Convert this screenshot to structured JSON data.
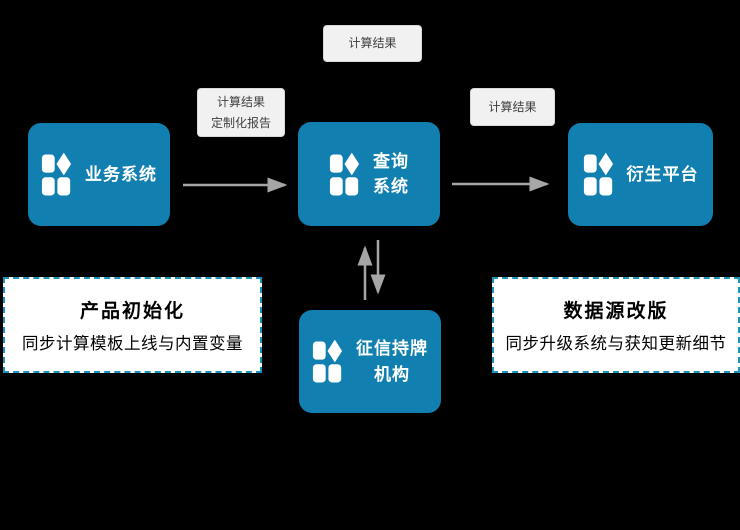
{
  "diagram": {
    "nodes": {
      "business": {
        "label": "业务系统"
      },
      "query": {
        "line1": "查询",
        "line2": "系统"
      },
      "derive": {
        "label": "衍生平台"
      },
      "credit": {
        "line1": "征信持牌",
        "line2": "机构"
      }
    },
    "edge_labels": {
      "top": "计算结果",
      "business_to_query_line1": "计算结果",
      "business_to_query_line2": "定制化报告",
      "query_to_derive": "计算结果"
    },
    "notes": {
      "left": {
        "title": "产品初始化",
        "subtitle": "同步计算模板上线与内置变量"
      },
      "right": {
        "title": "数据源改版",
        "subtitle": "同步升级系统与获知更新细节"
      }
    },
    "colors": {
      "background": "#000000",
      "node_fill": "#117FAF",
      "node_text": "#FFFFFF",
      "label_bg": "#F1F1F1",
      "label_border": "#D9D9D9",
      "label_text": "#3F3F3F",
      "note_bg": "#FFFFFF",
      "note_border": "#1B93BD",
      "note_text": "#000000",
      "arrow": "#A6A6A6"
    }
  }
}
